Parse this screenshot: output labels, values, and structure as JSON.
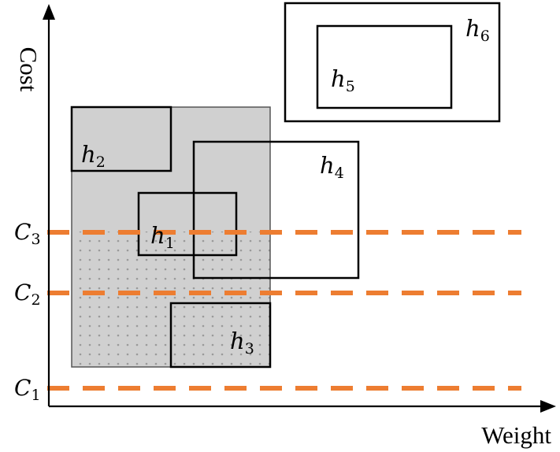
{
  "axes": {
    "x_title": "Weight",
    "y_title": "Cost"
  },
  "hypotheses": [
    {
      "letter": "h",
      "index": "1"
    },
    {
      "letter": "h",
      "index": "2"
    },
    {
      "letter": "h",
      "index": "3"
    },
    {
      "letter": "h",
      "index": "4"
    },
    {
      "letter": "h",
      "index": "5"
    },
    {
      "letter": "h",
      "index": "6"
    }
  ],
  "cost_levels": [
    {
      "letter": "C",
      "index": "1"
    },
    {
      "letter": "C",
      "index": "2"
    },
    {
      "letter": "C",
      "index": "3"
    }
  ],
  "colors": {
    "cost_line": "#ed7d31",
    "shaded_region": "#d0d0d0",
    "dots": "#9a9a9a",
    "outline": "#000000"
  }
}
